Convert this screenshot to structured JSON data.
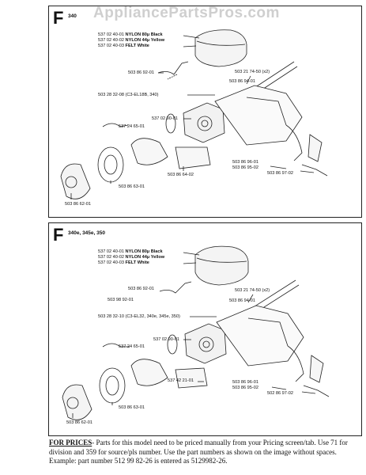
{
  "watermark": "AppliancePartsPros.com",
  "sections": [
    {
      "letter": "F",
      "models": "340",
      "filter_parts": [
        {
          "number": "537 02 40-01",
          "desc": "NYLON 80µ",
          "color": "Black"
        },
        {
          "number": "537 02 40-02",
          "desc": "NYLON 44µ",
          "color": "Yellow"
        },
        {
          "number": "537 02 40-03",
          "desc": "FELT",
          "color": "White"
        }
      ],
      "labels": {
        "p1": "503 86 92-01",
        "p2": "503 21 74-50 (x2)",
        "p3": "503 86 94-01",
        "p4": "503 28 32-08 (C3-EL18B, 340)",
        "p5": "537 02 90-01",
        "p6": "537 24 65-01",
        "p7": "503 86 96-01",
        "p8": "503 86 95-02",
        "p9": "503 86 97-02",
        "p10": "503 86 64-02",
        "p11": "503 86 63-01",
        "p12": "503 86 62-01"
      }
    },
    {
      "letter": "F",
      "models": "340e, 345e, 350",
      "filter_parts": [
        {
          "number": "537 02 40-01",
          "desc": "NYLON 80µ",
          "color": "Black"
        },
        {
          "number": "537 02 40-02",
          "desc": "NYLON 44µ",
          "color": "Yellow"
        },
        {
          "number": "537 02 40-03",
          "desc": "FELT",
          "color": "White"
        }
      ],
      "labels": {
        "p1": "503 86 92-01",
        "p0": "503 98 92-01",
        "p2": "503 21 74-50 (x2)",
        "p3": "503 86 94-01",
        "p4": "503 28 32-10 (C3-EL32, 340e, 345e, 350)",
        "p5": "537 02 90-01",
        "p6": "537 24 65-01",
        "p7": "503 86 96-01",
        "p8": "503 86 95-02",
        "p9": "502 86 97-02",
        "p10": "537 42 21-01",
        "p11": "503 86 63-01",
        "p12": "503 86 62-01"
      }
    }
  ],
  "footer": {
    "lead": "FOR PRICES",
    "text": "- Parts for this model need to be priced manually from your Pricing screen/tab. Use 71 for division and 359 for source/pls number.  Use the part numbers as shown on the image without spaces.  Example: part number 512 99 82-26 is entered as 5129982-26."
  }
}
